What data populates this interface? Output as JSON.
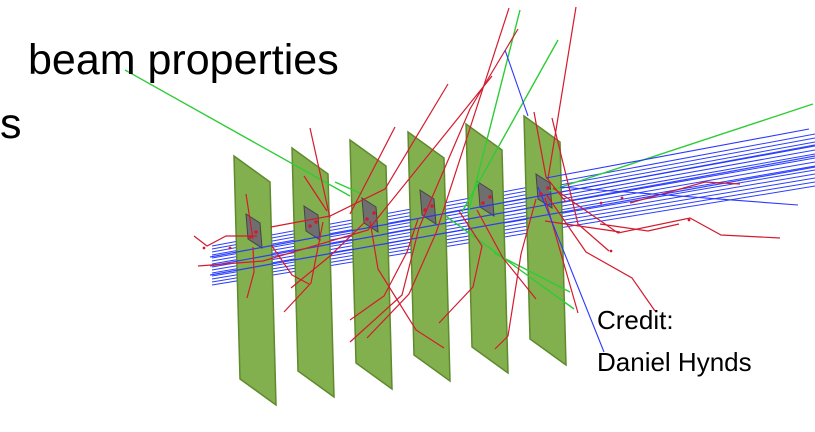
{
  "slide": {
    "heading_visible": "beam properties",
    "heading_fragment": "s"
  },
  "credit": {
    "label": "Credit:",
    "name": "Daniel Hynds"
  },
  "colors": {
    "plane_fill": "#83b04f",
    "plane_edge": "#5f8a2d",
    "beam_blue": "#1f33ff",
    "track_red": "#d41b2e",
    "track_green": "#2dcc36"
  }
}
